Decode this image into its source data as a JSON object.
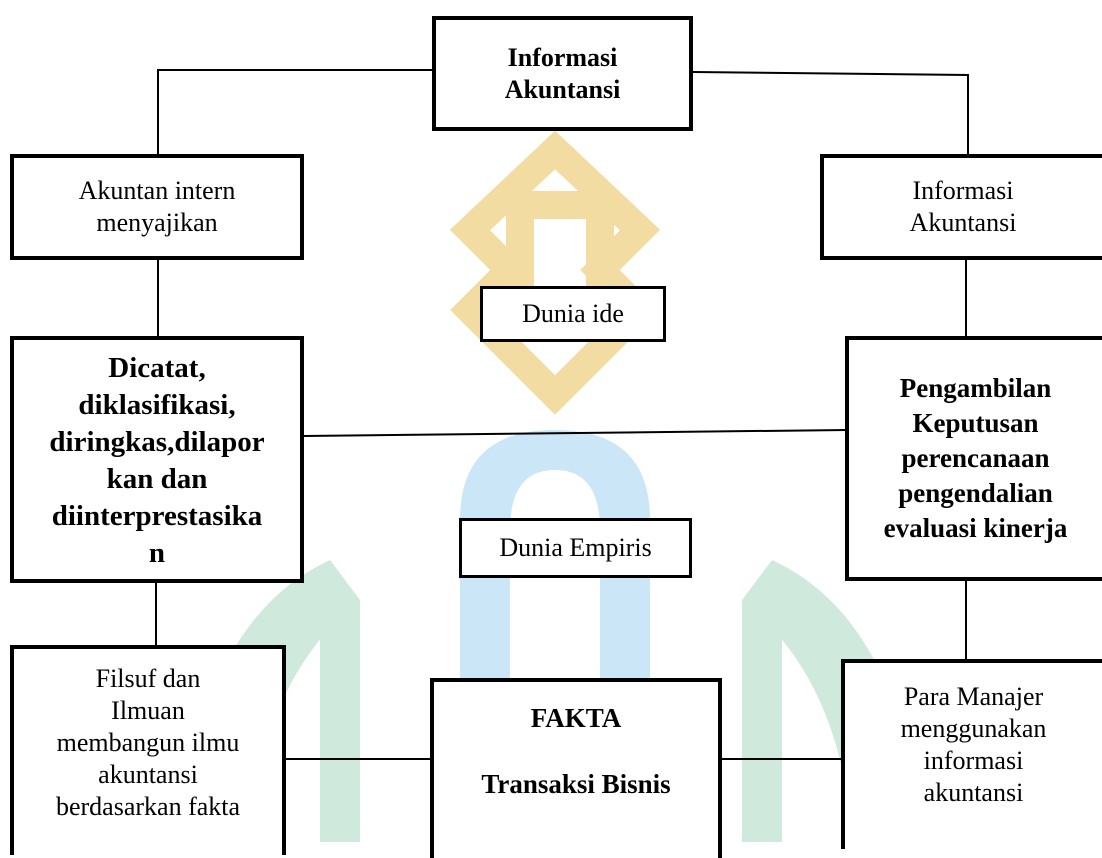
{
  "diagram": {
    "top_box": "Informasi\nAkuntansi",
    "left_column": [
      "Akuntan intern\nmenyajikan",
      "Dicatat,\ndiklasifikasi,\ndiringkas,dilapor\nkan dan\ndiinterprestasika\nn",
      "Filsuf  dan\nIlmuan\nmembangun ilmu\nakuntansi\nberdasarkan fakta"
    ],
    "right_column": [
      "Informasi\nAkuntansi",
      "Pengambilan\nKeputusan\nperencanaan\npengendalian\nevaluasi kinerja",
      "Para  Manajer\nmenggunakan\ninformasi\nakuntansi"
    ],
    "center_labels": [
      "Dunia ide",
      "Dunia Empiris"
    ],
    "bottom_box": {
      "title": "FAKTA",
      "subtitle": "Transaksi Bisnis"
    }
  },
  "watermark": {
    "colors": {
      "gold": "#f3dca2",
      "blue": "#cbe6f6",
      "green": "#cfe9dc"
    }
  }
}
